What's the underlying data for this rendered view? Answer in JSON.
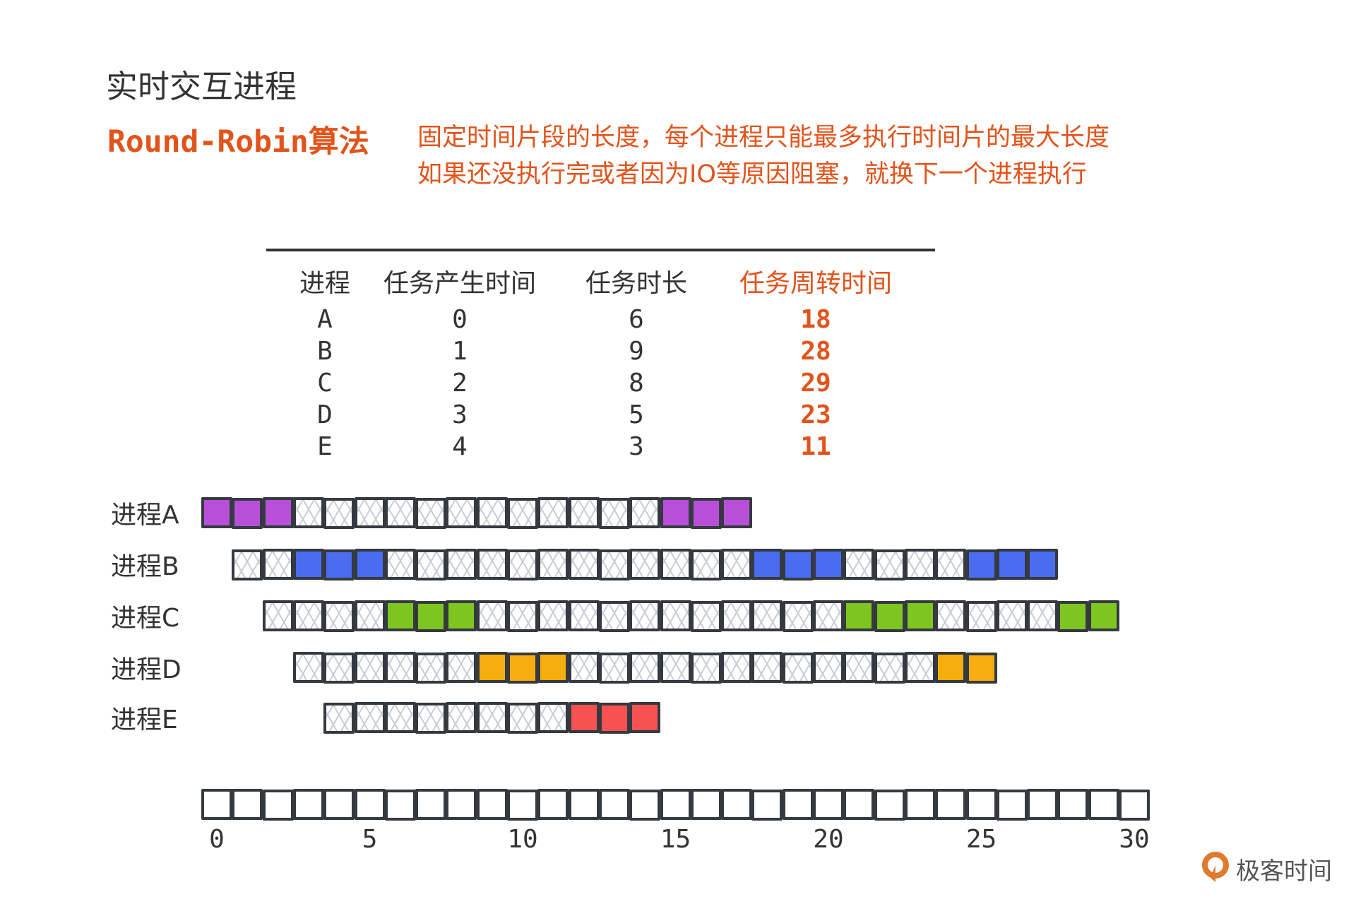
{
  "title": "实时交互进程",
  "algorithm": "Round-Robin算法",
  "description": [
    "固定时间片段的长度，每个进程只能最多执行时间片的最大长度",
    "如果还没执行完或者因为IO等原因阻塞，就换下一个进程执行"
  ],
  "table": {
    "headers": [
      "进程",
      "任务产生时间",
      "任务时长",
      "任务周转时间"
    ],
    "rows": [
      [
        "A",
        "0",
        "6",
        "18"
      ],
      [
        "B",
        "1",
        "9",
        "28"
      ],
      [
        "C",
        "2",
        "8",
        "29"
      ],
      [
        "D",
        "3",
        "5",
        "23"
      ],
      [
        "E",
        "4",
        "3",
        "11"
      ]
    ]
  },
  "timeline": {
    "rows": [
      {
        "label": "进程A",
        "color": "#b84fd9",
        "segments": [
          [
            "run",
            0,
            3
          ],
          [
            "wait",
            3,
            15
          ],
          [
            "run",
            15,
            18
          ]
        ]
      },
      {
        "label": "进程B",
        "color": "#4a6cf0",
        "segments": [
          [
            "wait",
            1,
            3
          ],
          [
            "run",
            3,
            6
          ],
          [
            "wait",
            6,
            18
          ],
          [
            "run",
            18,
            21
          ],
          [
            "wait",
            21,
            25
          ],
          [
            "run",
            25,
            28
          ]
        ]
      },
      {
        "label": "进程C",
        "color": "#7ec51f",
        "segments": [
          [
            "wait",
            2,
            6
          ],
          [
            "run",
            6,
            9
          ],
          [
            "wait",
            9,
            21
          ],
          [
            "run",
            21,
            24
          ],
          [
            "wait",
            24,
            28
          ],
          [
            "run",
            28,
            30
          ]
        ]
      },
      {
        "label": "进程D",
        "color": "#f7ad0e",
        "segments": [
          [
            "wait",
            3,
            9
          ],
          [
            "run",
            9,
            12
          ],
          [
            "wait",
            12,
            24
          ],
          [
            "run",
            24,
            26
          ]
        ]
      },
      {
        "label": "进程E",
        "color": "#f75252",
        "segments": [
          [
            "wait",
            4,
            12
          ],
          [
            "run",
            12,
            15
          ]
        ]
      }
    ],
    "axis_units": 31,
    "ticks": [
      "0",
      "5",
      "10",
      "15",
      "20",
      "25",
      "30"
    ]
  },
  "logo": {
    "text": "极客时间",
    "color": "#e07a2e"
  }
}
